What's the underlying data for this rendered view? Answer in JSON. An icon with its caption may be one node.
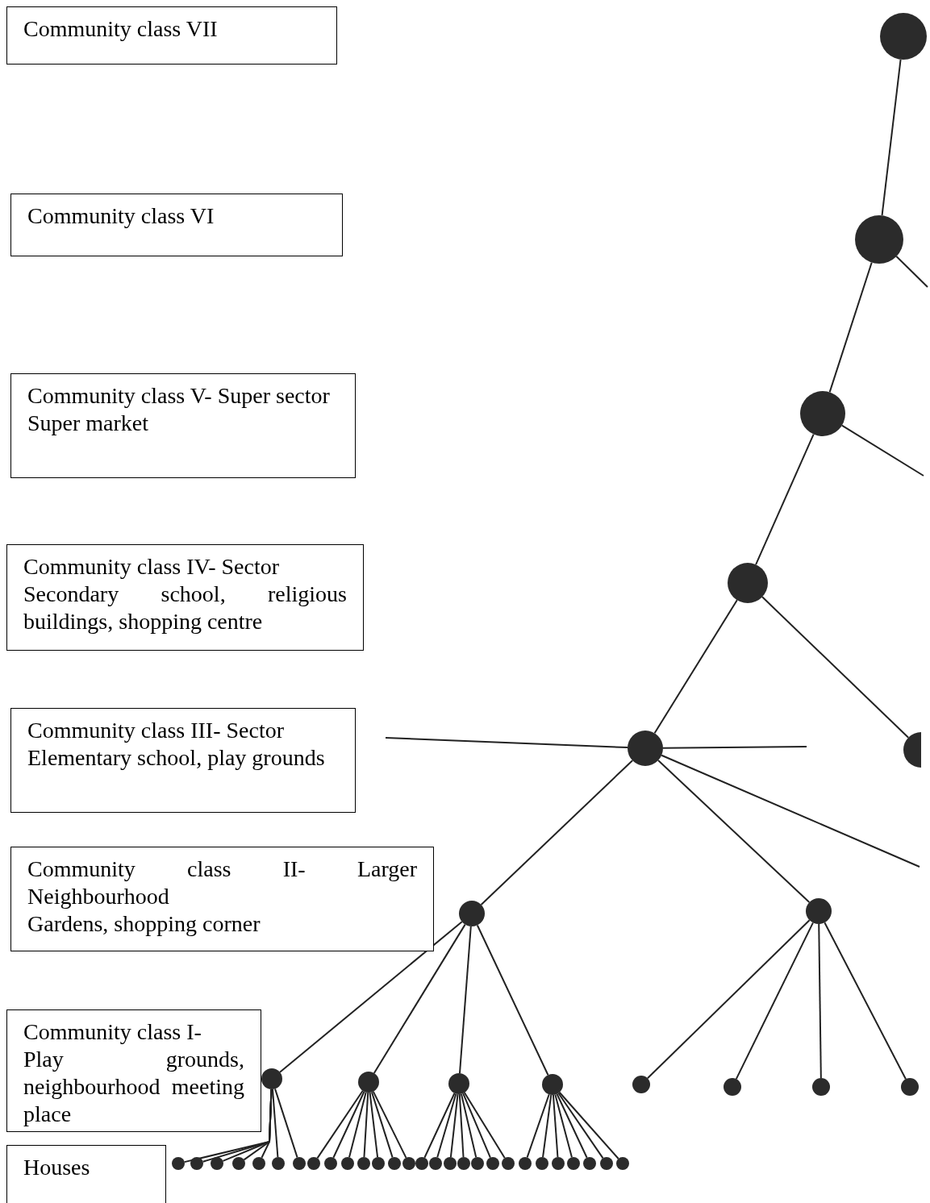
{
  "diagram": {
    "nodes": [
      {
        "text": [
          "Community class VII"
        ]
      },
      {
        "text": [
          "Community class VI"
        ]
      },
      {
        "text": [
          "Community class V- Super sector",
          "Super market"
        ]
      },
      {
        "text": [
          "Community class IV- Sector",
          "Secondary school, religious buildings, shopping centre"
        ]
      },
      {
        "text": [
          "Community class III- Sector",
          "Elementary school, play grounds"
        ]
      },
      {
        "text": [
          "Community class II- Larger Neighbourhood",
          "Gardens, shopping corner"
        ]
      },
      {
        "text": [
          "Community class I-",
          "Play grounds, neighbourhood meeting place"
        ]
      },
      {
        "text": [
          "Houses"
        ]
      },
      {
        "text": [],
        "shape": "circle"
      },
      {
        "text": [],
        "shape": "circle"
      },
      {
        "text": [],
        "shape": "circle"
      },
      {
        "text": [],
        "shape": "circle"
      },
      {
        "text": [],
        "shape": "circle"
      },
      {
        "text": [],
        "shape": "circle"
      },
      {
        "text": [],
        "shape": "circle"
      },
      {
        "text": [],
        "shape": "circle"
      },
      {
        "text": [],
        "shape": "circle"
      },
      {
        "text": [],
        "shape": "circle"
      },
      {
        "text": [],
        "shape": "circle"
      },
      {
        "text": [],
        "shape": "circle"
      },
      {
        "text": [],
        "shape": "circle"
      },
      {
        "text": [],
        "shape": "circle"
      },
      {
        "text": [],
        "shape": "circle"
      },
      {
        "text": [],
        "shape": "circle"
      },
      {
        "text": [],
        "shape": "circle"
      },
      {
        "text": [],
        "shape": "circle"
      },
      {
        "text": [],
        "shape": "circle"
      },
      {
        "text": [],
        "shape": "circle"
      },
      {
        "text": [],
        "shape": "circle"
      },
      {
        "text": [],
        "shape": "circle"
      },
      {
        "text": [],
        "shape": "circle"
      },
      {
        "text": [],
        "shape": "circle"
      },
      {
        "text": [],
        "shape": "circle"
      },
      {
        "text": [],
        "shape": "circle"
      },
      {
        "text": [],
        "shape": "circle"
      },
      {
        "text": [],
        "shape": "circle"
      },
      {
        "text": [],
        "shape": "circle"
      },
      {
        "text": [],
        "shape": "circle"
      },
      {
        "text": [],
        "shape": "circle"
      },
      {
        "text": [],
        "shape": "circle"
      },
      {
        "text": [],
        "shape": "circle"
      },
      {
        "text": [],
        "shape": "circle"
      },
      {
        "text": [],
        "shape": "circle"
      },
      {
        "text": [],
        "shape": "circle"
      },
      {
        "text": [],
        "shape": "circle"
      },
      {
        "text": [],
        "shape": "circle"
      },
      {
        "text": [],
        "shape": "circle"
      },
      {
        "text": [],
        "shape": "circle"
      },
      {
        "text": [],
        "shape": "circle"
      },
      {
        "text": [],
        "shape": "circle"
      },
      {
        "text": [],
        "shape": "circle"
      },
      {
        "text": [],
        "shape": "circle"
      }
    ],
    "edges": [
      {
        "from": 8,
        "to": 9,
        "arrow": "none"
      },
      {
        "from": 9,
        "to": 10,
        "arrow": "none"
      },
      {
        "from": 9,
        "to": null,
        "arrow": "none"
      },
      {
        "from": 10,
        "to": 11,
        "arrow": "none"
      },
      {
        "from": 10,
        "to": null,
        "arrow": "none"
      },
      {
        "from": 11,
        "to": 12,
        "arrow": "none"
      },
      {
        "from": 11,
        "to": 13,
        "arrow": "none"
      },
      {
        "from": 12,
        "to": 14,
        "arrow": "none"
      },
      {
        "from": 12,
        "to": 15,
        "arrow": "none"
      },
      {
        "from": 12,
        "to": null,
        "arrow": "none"
      },
      {
        "from": null,
        "to": 12,
        "arrow": "none"
      },
      {
        "from": 12,
        "to": null,
        "arrow": "none"
      },
      {
        "from": 14,
        "to": 16,
        "arrow": "none"
      },
      {
        "from": 14,
        "to": 17,
        "arrow": "none"
      },
      {
        "from": 14,
        "to": 18,
        "arrow": "none"
      },
      {
        "from": 14,
        "to": 19,
        "arrow": "none"
      },
      {
        "from": 15,
        "to": 20,
        "arrow": "none"
      },
      {
        "from": 15,
        "to": 21,
        "arrow": "none"
      },
      {
        "from": 15,
        "to": 22,
        "arrow": "none"
      },
      {
        "from": 15,
        "to": 23,
        "arrow": "none"
      },
      {
        "from": 16,
        "to": 24,
        "arrow": "none"
      },
      {
        "from": 16,
        "to": 25,
        "arrow": "none"
      },
      {
        "from": 16,
        "to": 26,
        "arrow": "none"
      },
      {
        "from": 16,
        "to": 27,
        "arrow": "none"
      },
      {
        "from": 16,
        "to": 28,
        "arrow": "none"
      },
      {
        "from": 16,
        "to": 29,
        "arrow": "none"
      },
      {
        "from": 16,
        "to": 30,
        "arrow": "none"
      },
      {
        "from": 17,
        "to": 31,
        "arrow": "none"
      },
      {
        "from": 17,
        "to": 32,
        "arrow": "none"
      },
      {
        "from": 17,
        "to": 33,
        "arrow": "none"
      },
      {
        "from": 17,
        "to": 34,
        "arrow": "none"
      },
      {
        "from": 17,
        "to": 35,
        "arrow": "none"
      },
      {
        "from": 17,
        "to": 36,
        "arrow": "none"
      },
      {
        "from": 17,
        "to": 37,
        "arrow": "none"
      },
      {
        "from": 18,
        "to": 38,
        "arrow": "none"
      },
      {
        "from": 18,
        "to": 39,
        "arrow": "none"
      },
      {
        "from": 18,
        "to": 40,
        "arrow": "none"
      },
      {
        "from": 18,
        "to": 41,
        "arrow": "none"
      },
      {
        "from": 18,
        "to": 42,
        "arrow": "none"
      },
      {
        "from": 18,
        "to": 43,
        "arrow": "none"
      },
      {
        "from": 18,
        "to": 44,
        "arrow": "none"
      },
      {
        "from": 19,
        "to": 45,
        "arrow": "none"
      },
      {
        "from": 19,
        "to": 46,
        "arrow": "none"
      },
      {
        "from": 19,
        "to": 47,
        "arrow": "none"
      },
      {
        "from": 19,
        "to": 48,
        "arrow": "none"
      },
      {
        "from": 19,
        "to": 49,
        "arrow": "none"
      },
      {
        "from": 19,
        "to": 50,
        "arrow": "none"
      },
      {
        "from": 19,
        "to": 51,
        "arrow": "none"
      }
    ]
  }
}
